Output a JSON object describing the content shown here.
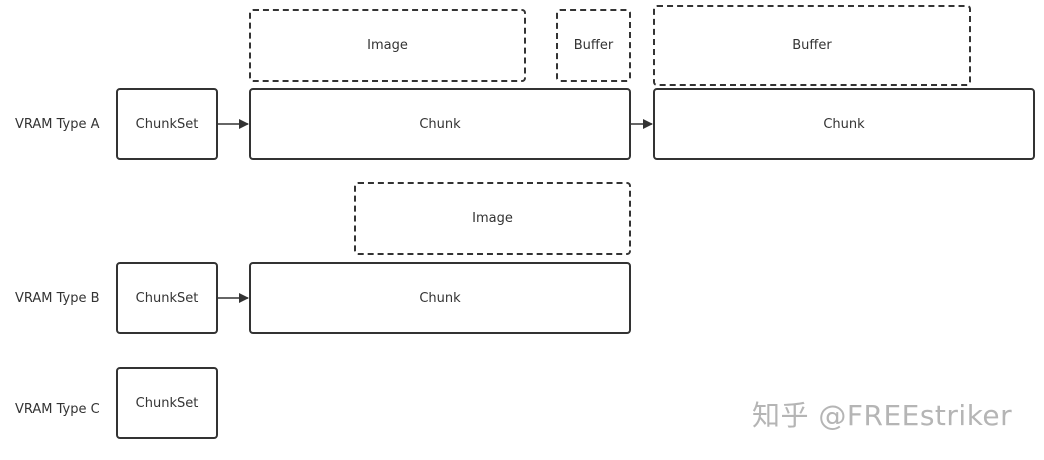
{
  "rows": [
    {
      "label": "VRAM Type A",
      "chunkset": "ChunkSet",
      "chunks": [
        {
          "label": "Chunk",
          "allocations": [
            {
              "label": "Image"
            },
            {
              "label": "Buffer"
            }
          ]
        },
        {
          "label": "Chunk",
          "allocations": [
            {
              "label": "Buffer"
            }
          ]
        }
      ]
    },
    {
      "label": "VRAM Type B",
      "chunkset": "ChunkSet",
      "chunks": [
        {
          "label": "Chunk",
          "allocations": [
            {
              "label": "Image"
            }
          ]
        }
      ]
    },
    {
      "label": "VRAM Type C",
      "chunkset": "ChunkSet",
      "chunks": []
    }
  ],
  "watermark": "知乎 @FREEstriker",
  "colors": {
    "stroke": "#333333",
    "text": "#333333",
    "watermark": "#b5b5b5",
    "background": "#ffffff"
  }
}
